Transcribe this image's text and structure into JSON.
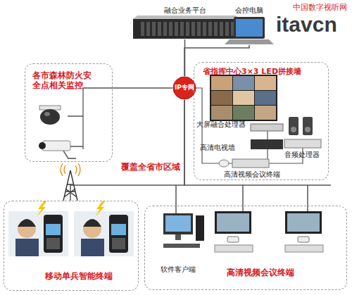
{
  "diagram": {
    "nodes": [
      {
        "text": [
          "融合业务平台"
        ]
      },
      {
        "text": [
          "会控电脑"
        ]
      },
      {
        "text": [
          "各市森林防火安 全点相关监控"
        ]
      },
      {
        "text": [
          "IP专网"
        ]
      },
      {
        "text": [
          "省指挥中心3×3 LED拼接墙"
        ]
      },
      {
        "text": [
          "大屏融合处理器"
        ],
        "in": 4
      },
      {
        "text": [
          "高清电视墙"
        ],
        "in": 4
      },
      {
        "text": [
          "音频处理器"
        ],
        "in": 4
      },
      {
        "text": [
          "高清视频会议终端"
        ],
        "in": 4
      },
      {
        "text": [
          "移动单兵智能终端"
        ]
      },
      {
        "text": [
          "软件客户端",
          "高清视频会议终端"
        ]
      }
    ],
    "edges": [
      {
        "from": 0,
        "to": 3,
        "arrow": "none"
      },
      {
        "from": 1,
        "to": 3,
        "arrow": "none"
      },
      {
        "from": 3,
        "to": 2,
        "arrow": "none"
      },
      {
        "from": 3,
        "to": 4,
        "arrow": "none"
      },
      {
        "from": 3,
        "to": 9,
        "arrow": "none"
      },
      {
        "from": 3,
        "to": 10,
        "arrow": "none"
      }
    ],
    "labels": [
      "中国数字视听网",
      "itavcn",
      "覆盖全省市区域"
    ]
  }
}
